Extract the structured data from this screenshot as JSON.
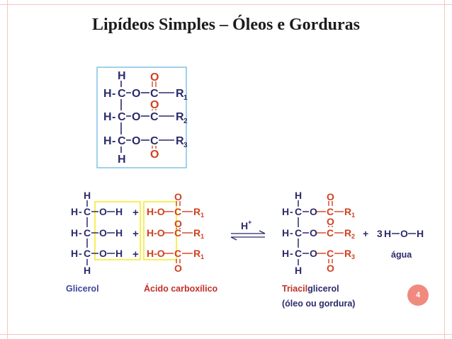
{
  "slide": {
    "title": "Lipídeos Simples – Óleos e Gorduras",
    "page_number": "4",
    "accent_color": "#f08a7e"
  },
  "atoms": {
    "H": "H",
    "C": "C",
    "O": "O",
    "R1": "R",
    "R2": "R",
    "R3": "R",
    "sub1": "1",
    "sub2": "2",
    "sub3": "3",
    "HO": "H-O",
    "plus": "+",
    "water_coef": "3",
    "catalyst": "H",
    "catalyst_charge": "+"
  },
  "labels": {
    "glycerol": "Glicerol",
    "carboxylic_acid": "Ácido carboxílico",
    "triacyl_part1": "Triacil",
    "triacyl_part2": "glicerol",
    "oil_or_fat": "(óleo ou gordura)",
    "water": "água"
  },
  "colors": {
    "title": "#1c1c1c",
    "structure": "#2b2b6b",
    "oxygen_carbonyl": "#d04020",
    "acid_label": "#c0302a",
    "glycerol_label": "#3a4a9a",
    "highlight_box": "#f5e600",
    "frame_box": "#6fb8e0",
    "slide_border": "#f4c7c3"
  }
}
